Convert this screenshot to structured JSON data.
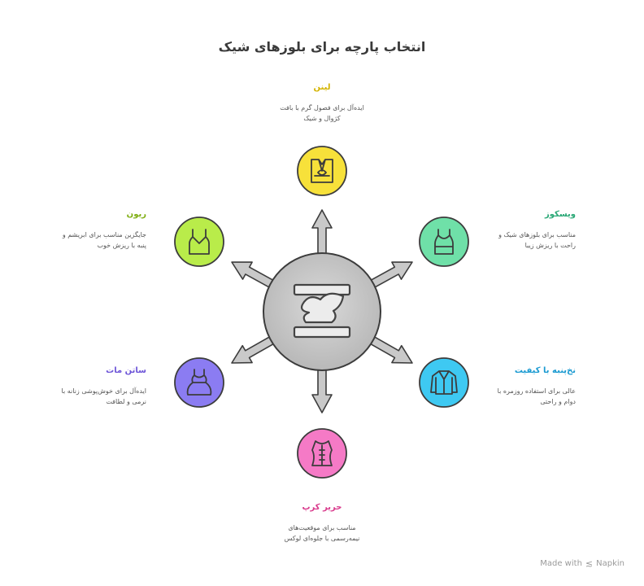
{
  "title": "انتخاب پارچه برای بلوزهای شیک",
  "nodes": [
    {
      "name": "لینن",
      "desc_1": "ایده‌آل برای فصول گرم با بافت",
      "desc_2": "کژوال و شیک",
      "color": "#d4b400",
      "fill": "#f7e13a",
      "icon": "shirt-icon"
    },
    {
      "name": "ویسکوز",
      "desc_1": "مناسب برای بلوزهای شیک و",
      "desc_2": "راحت با ریزش زیبا",
      "color": "#2aa876",
      "fill": "#6fe0a8",
      "icon": "tank-top-icon"
    },
    {
      "name": "نخ‌پنبه با کیفیت",
      "desc_1": "عالی برای استفاده روزمره با",
      "desc_2": "دوام و راحتی",
      "color": "#1a9ad1",
      "fill": "#3ec9f2",
      "icon": "jacket-icon"
    },
    {
      "name": "حریر کرپ",
      "desc_1": "مناسب برای موقعیت‌های",
      "desc_2": "نیمه‌رسمی با جلوه‌ای لوکس",
      "color": "#d93a8c",
      "fill": "#f57ac6",
      "icon": "corset-icon"
    },
    {
      "name": "ساتن مات",
      "desc_1": "ایده‌آل برای خوش‌پوشی زنانه با",
      "desc_2": "نرمی و لطافت",
      "color": "#6e56d8",
      "fill": "#8b7cf2",
      "icon": "dress-icon"
    },
    {
      "name": "ریون",
      "desc_1": "جایگزین مناسب برای ابریشم و",
      "desc_2": "پنبه با ریزش خوب",
      "color": "#7fae12",
      "fill": "#b9ec4a",
      "icon": "camisole-icon"
    }
  ],
  "center_icon": "fabric-icon",
  "footer": {
    "text": "Made with",
    "brand": "Napkin"
  }
}
